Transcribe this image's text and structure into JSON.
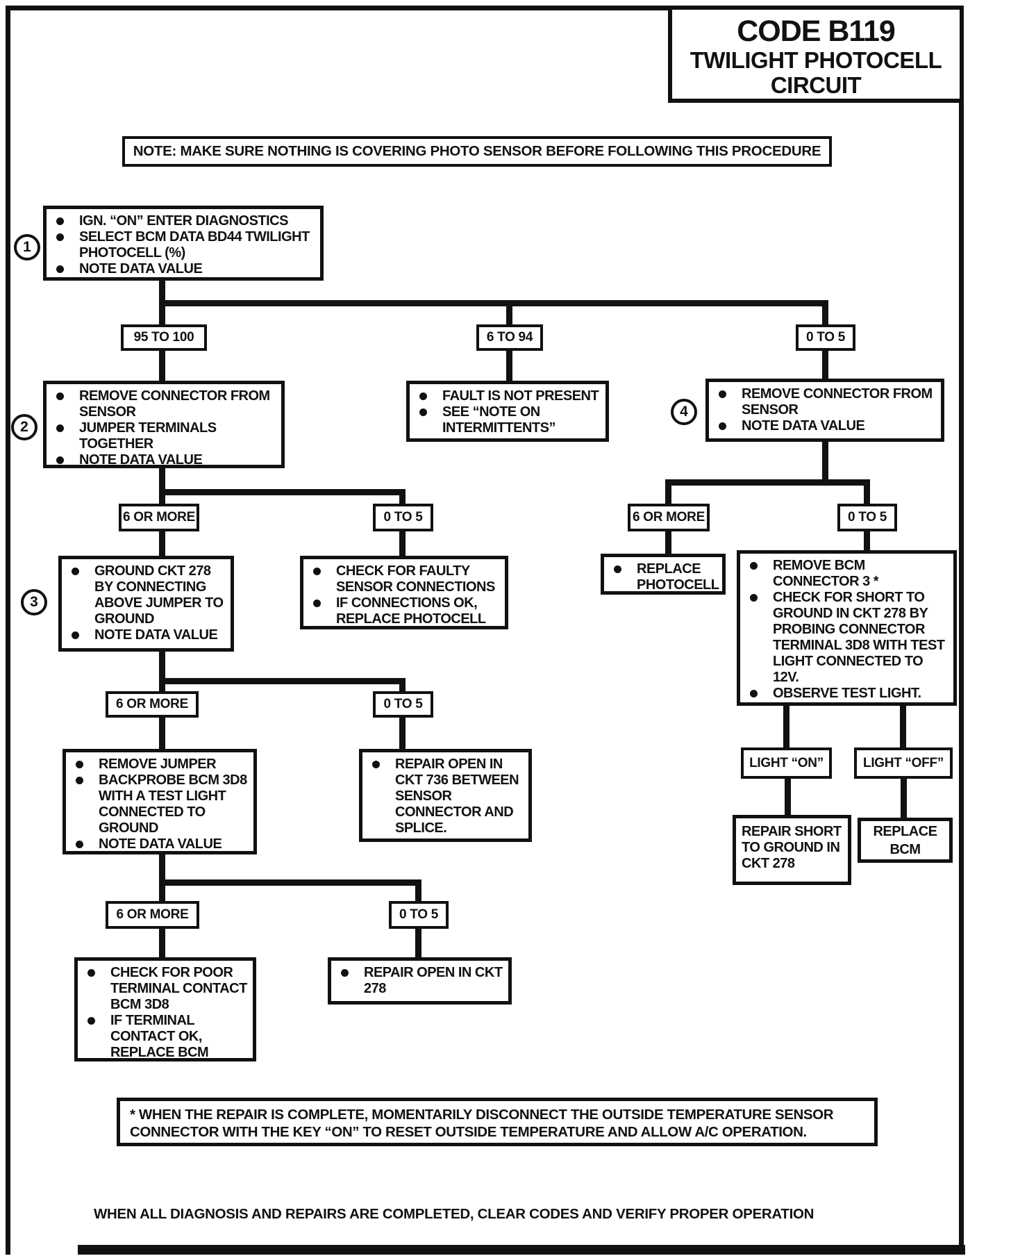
{
  "title": {
    "code": "CODE B119",
    "line2": "TWILIGHT PHOTOCELL",
    "line3": "CIRCUIT"
  },
  "note": "NOTE:  MAKE SURE NOTHING IS COVERING PHOTO SENSOR BEFORE FOLLOWING THIS PROCEDURE",
  "markers": {
    "m1": "1",
    "m2": "2",
    "m3": "3",
    "m4": "4"
  },
  "labels": {
    "range_95_100": "95 TO 100",
    "range_6_94": "6 TO 94",
    "range_0_5_top": "0 TO 5",
    "more6_left2": "6 OR MORE",
    "range_0_5_left2": "0 TO 5",
    "more6_right": "6 OR MORE",
    "range_0_5_right": "0 TO 5",
    "more6_row3": "6 OR MORE",
    "range_0_5_row3": "0 TO 5",
    "more6_row4": "6 OR MORE",
    "range_0_5_row4": "0 TO 5",
    "light_on": "LIGHT “ON”",
    "light_off": "LIGHT “OFF”"
  },
  "boxes": {
    "step1": {
      "bullets": [
        "IGN. “ON” ENTER DIAGNOSTICS",
        "SELECT BCM DATA BD44 TWILIGHT PHOTOCELL (%)",
        "NOTE DATA VALUE"
      ]
    },
    "jumper_terminals": {
      "bullets": [
        "REMOVE CONNECTOR FROM SENSOR",
        "JUMPER TERMINALS TOGETHER",
        "NOTE DATA VALUE"
      ]
    },
    "fault_not_present": {
      "bullets": [
        "FAULT IS NOT PRESENT",
        "SEE “NOTE ON INTERMITTENTS”"
      ]
    },
    "remove_connector": {
      "bullets": [
        "REMOVE CONNECTOR FROM SENSOR",
        "NOTE DATA VALUE"
      ]
    },
    "ground_ckt_278": {
      "bullets": [
        "GROUND CKT 278 BY CONNECTING ABOVE JUMPER TO GROUND",
        "NOTE DATA VALUE"
      ]
    },
    "check_faulty_sensor": {
      "bullets": [
        "CHECK FOR FAULTY SENSOR CONNECTIONS",
        "IF CONNECTIONS OK, REPLACE PHOTOCELL"
      ]
    },
    "replace_photocell": {
      "bullets": [
        "REPLACE PHOTOCELL"
      ]
    },
    "remove_bcm_connector": {
      "bullets": [
        "REMOVE BCM CONNECTOR 3 *",
        "CHECK FOR SHORT TO GROUND IN CKT 278 BY PROBING CONNECTOR TERMINAL 3D8 WITH TEST LIGHT CONNECTED TO 12V.",
        "OBSERVE TEST LIGHT."
      ]
    },
    "remove_jumper": {
      "bullets": [
        "REMOVE JUMPER",
        "BACKPROBE BCM 3D8 WITH A TEST LIGHT CONNECTED TO GROUND",
        "NOTE DATA VALUE"
      ]
    },
    "repair_open_736": {
      "bullets": [
        "REPAIR OPEN IN CKT 736 BETWEEN SENSOR CONNECTOR AND SPLICE."
      ]
    },
    "repair_short_278": {
      "text": "REPAIR SHORT TO GROUND IN CKT 278"
    },
    "replace_bcm": {
      "text": "REPLACE BCM"
    },
    "check_poor_contact": {
      "bullets": [
        "CHECK FOR POOR TERMINAL CONTACT BCM 3D8",
        "IF TERMINAL CONTACT OK, REPLACE BCM"
      ]
    },
    "repair_open_278": {
      "bullets": [
        "REPAIR OPEN IN CKT 278"
      ]
    }
  },
  "footnote": "*  WHEN THE REPAIR IS COMPLETE, MOMENTARILY DISCONNECT THE OUTSIDE TEMPERATURE SENSOR CONNECTOR WITH THE KEY “ON” TO RESET OUTSIDE TEMPERATURE AND ALLOW A/C OPERATION.",
  "footer": "WHEN ALL DIAGNOSIS AND REPAIRS ARE COMPLETED, CLEAR CODES AND  VERIFY PROPER OPERATION",
  "colors": {
    "ink": "#111111",
    "paper": "#ffffff"
  }
}
